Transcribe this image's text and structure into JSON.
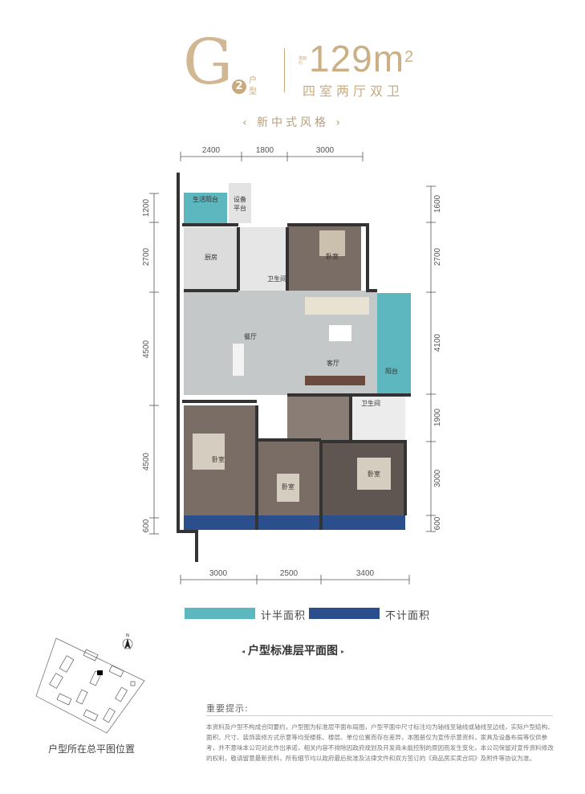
{
  "header": {
    "unit_letter": "G",
    "unit_number": "2",
    "unit_type_label": "户型",
    "area_prefix": "建面约",
    "area_value": "129m",
    "area_unit_sup": "2",
    "room_config": "四室两厅双卫",
    "style": "‹ 新中式风格 ›"
  },
  "plan": {
    "dims_top": [
      "2400",
      "1800",
      "3000"
    ],
    "dims_bottom": [
      "3000",
      "2500",
      "3400"
    ],
    "dims_left": [
      "1200",
      "2700",
      "4500",
      "4500",
      "600"
    ],
    "dims_right": [
      "1600",
      "2700",
      "4100",
      "1900",
      "3000",
      "600"
    ],
    "rooms": {
      "service_balcony": "生活阳台",
      "equipment_platform_1": "设备",
      "equipment_platform_2": "平台",
      "kitchen": "厨房",
      "bathroom_1": "卫生间",
      "bedroom_1": "卧室",
      "dining": "餐厅",
      "living": "客厅",
      "balcony": "阳台",
      "bathroom_2": "卫生间",
      "bedroom_2": "卧室",
      "bedroom_3": "卧室",
      "bedroom_4": "卧室"
    },
    "colors": {
      "half_area": "#5db7bf",
      "no_area": "#2b4f8c",
      "floor": "#c9cccd",
      "wood": "#7a6d66"
    }
  },
  "legend": {
    "half_area": "计半面积",
    "no_area": "不计面积"
  },
  "plan_title": "户型标准层平面图",
  "notes": {
    "title": "重要提示:",
    "text": "本资料及户型不构成合同要约，户型图为标准层平面布局图，户型平面中尺寸标注均为轴线至轴线或轴线至边线，实际户型结构、面积、尺寸、装饰装修方式示意等均受楼栋、楼层、单位位置而存在差异，本图册仅为宣传示意资料，家具及设备布局等仅供参考，并不意味本公司对此作出承诺，相关内容不排除因政府规划及开发商未能控制的原因而发生变化，本公司保留对宣传资料修改的权利，敬请留意最新资料，所有细节均以政府最后批准及法律文件和双方签订的《商品房买卖合同》及附件等协议为准。"
  },
  "site_plan": {
    "caption": "户型所在总平图位置",
    "north": "N"
  }
}
